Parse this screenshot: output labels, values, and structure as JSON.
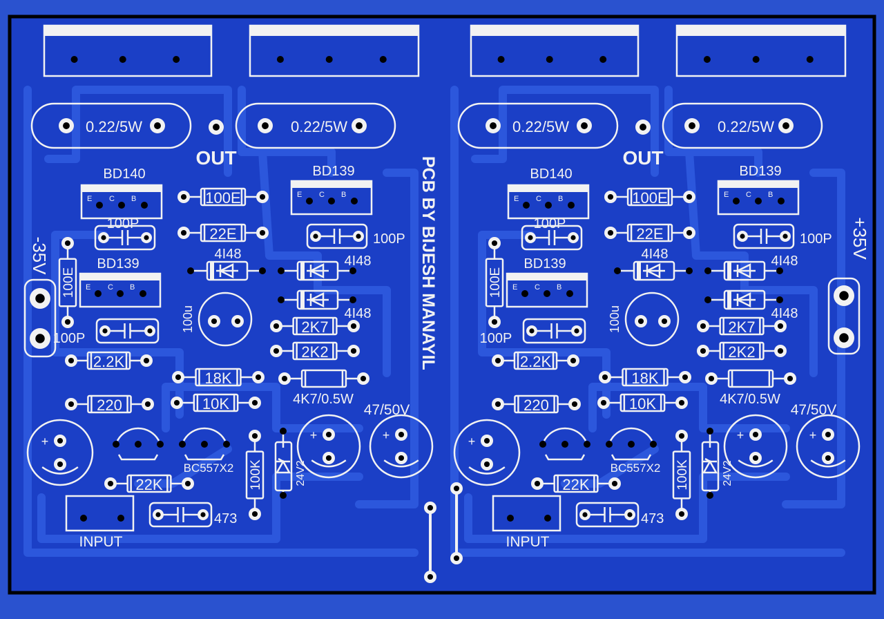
{
  "board": {
    "credit": "PCB BY BIJESH MANAYIL",
    "out_label": "OUT",
    "neg_supply": "-35V",
    "pos_supply": "+35V",
    "colors": {
      "background": "#2a52cf",
      "board": "#1b3fc6",
      "trace": "#2c57dc",
      "silkscreen": "#f2f2f2",
      "outline": "#000000"
    }
  },
  "labels": {
    "r_emitter": "0.22/5W",
    "bd140": "BD140",
    "bd139": "BD139",
    "pin_e": "E",
    "pin_c": "C",
    "pin_b": "B",
    "r_100e": "100E",
    "r_22e": "22E",
    "c_100p": "100P",
    "d_4148": "4I48",
    "c_100u": "100u",
    "r_2k7": "2K7",
    "r_2k2": "2K2",
    "r_4k7": "4K7/0.5W",
    "r_18k": "18K",
    "r_10k": "10K",
    "r_2_2k": "2.2K",
    "r_220": "220",
    "r_22k": "22K",
    "r_100k": "100K",
    "zener": "24V2",
    "c_47": "47/50V",
    "bc557": "BC557X2",
    "c_473": "473",
    "input": "INPUT",
    "plus": "+"
  }
}
